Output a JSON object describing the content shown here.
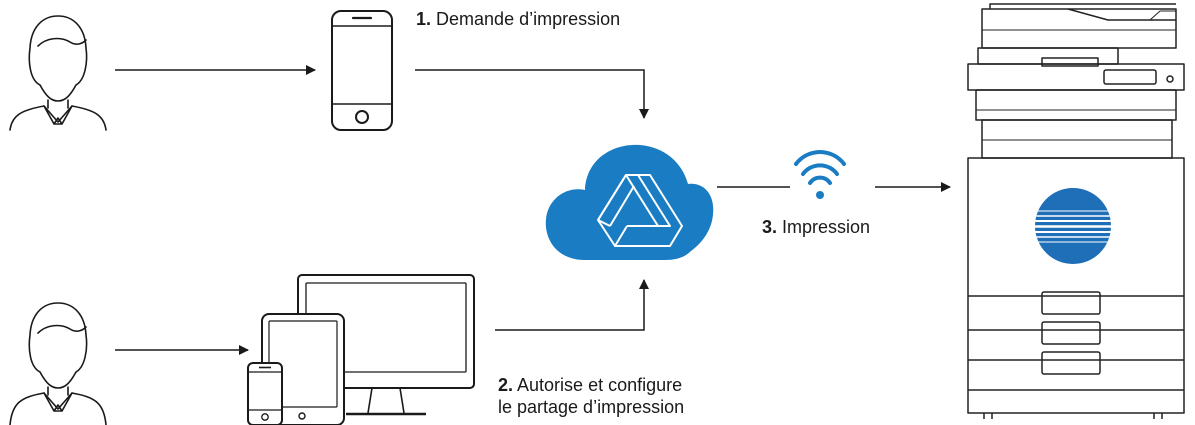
{
  "steps": {
    "step1": {
      "number": "1.",
      "text": "Demande d’impression"
    },
    "step2": {
      "number": "2.",
      "line1": "Autorise et configure",
      "line2": "le partage d’impression"
    },
    "step3": {
      "number": "3.",
      "text": "Impression"
    }
  },
  "colors": {
    "line": "#1a1a1a",
    "cloud": "#1a7dc4",
    "wifi": "#1a7dc4",
    "logo": "#1e6fb8",
    "printer_stroke": "#222222"
  },
  "icons": {
    "user_top": "user-icon",
    "user_bottom": "user-icon",
    "phone": "smartphone-icon",
    "devices": "devices-icon",
    "cloud": "cloud-drive-icon",
    "wifi": "wifi-icon",
    "printer": "printer-icon"
  }
}
